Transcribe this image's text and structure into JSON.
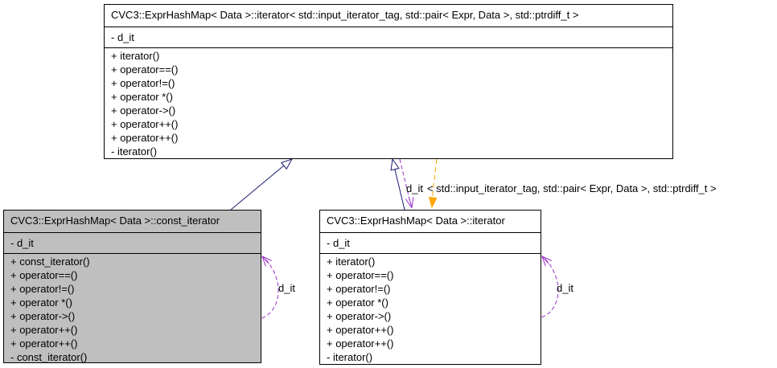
{
  "classes": {
    "template_instance": {
      "title": "CVC3::ExprHashMap< Data >::iterator< std::input_iterator_tag, std::pair< Expr, Data >, std::ptrdiff_t >",
      "attributes": [
        "- d_it"
      ],
      "methods": [
        "+ iterator()",
        "+ operator==()",
        "+ operator!=()",
        "+ operator *()",
        "+ operator->()",
        "+ operator++()",
        "+ operator++()",
        "- iterator()"
      ]
    },
    "const_iterator": {
      "title": "CVC3::ExprHashMap< Data >::const_iterator",
      "attributes": [
        "- d_it"
      ],
      "methods": [
        "+ const_iterator()",
        "+ operator==()",
        "+ operator!=()",
        "+ operator *()",
        "+ operator->()",
        "+ operator++()",
        "+ operator++()",
        "- const_iterator()"
      ]
    },
    "iterator": {
      "title": "CVC3::ExprHashMap< Data >::iterator",
      "attributes": [
        "- d_it"
      ],
      "methods": [
        "+ iterator()",
        "+ operator==()",
        "+ operator!=()",
        "+ operator *()",
        "+ operator->()",
        "+ operator++()",
        "+ operator++()",
        "- iterator()"
      ]
    }
  },
  "relationships": [
    {
      "type": "public-inheritance",
      "from": "const_iterator",
      "to": "template_instance",
      "label": ""
    },
    {
      "type": "public-inheritance",
      "from": "iterator",
      "to": "template_instance",
      "label": ""
    },
    {
      "type": "usage",
      "from": "template_instance",
      "to": "iterator",
      "label": "d_it"
    },
    {
      "type": "template-instantiation",
      "from": "template_instance",
      "to": "iterator",
      "label": "< std::input_iterator_tag, std::pair< Expr, Data >, std::ptrdiff_t >"
    },
    {
      "type": "usage-self",
      "from": "const_iterator",
      "to": "const_iterator",
      "label": "d_it"
    },
    {
      "type": "usage-self",
      "from": "iterator",
      "to": "iterator",
      "label": "d_it"
    }
  ],
  "colors": {
    "inheritance_edge": "#191970",
    "usage_edge": "#9a32cd",
    "template_edge": "#ffa500",
    "highlight_fill": "#bfbfbf",
    "box_fill": "#ffffff",
    "box_border": "#000000"
  }
}
